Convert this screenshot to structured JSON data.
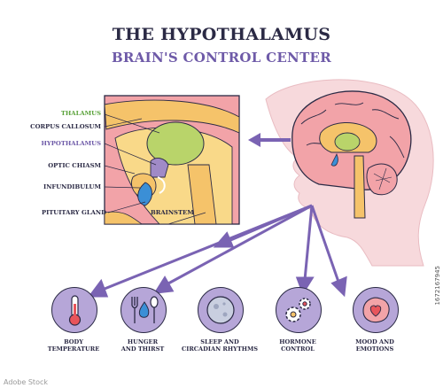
{
  "title": "THE HYPOTHALAMUS",
  "subtitle": "BRAIN'S CONTROL CENTER",
  "labels": {
    "thalamus": "THALAMUS",
    "corpus_callosum": "CORPUS CALLOSUM",
    "hypothalamus": "HYPOTHALAMUS",
    "optic_chiasm": "OPTIC CHIASM",
    "infundibulum": "INFUNDIBULUM",
    "pituitary_gland": "PITUITARY GLAND",
    "brainstem": "BRAINSTEM"
  },
  "functions": [
    {
      "line1": "BODY",
      "line2": "TEMPERATURE",
      "icon": "thermometer-icon"
    },
    {
      "line1": "HUNGER",
      "line2": "AND THIRST",
      "icon": "fork-spoon-drop-icon"
    },
    {
      "line1": "SLEEP AND",
      "line2": "CIRCADIAN RHYTHMS",
      "icon": "moon-icon"
    },
    {
      "line1": "HORMONE",
      "line2": "CONTROL",
      "icon": "gears-icon"
    },
    {
      "line1": "MOOD AND",
      "line2": "EMOTIONS",
      "icon": "heart-brain-icon"
    }
  ],
  "stock_id": "1672167945",
  "stock_mark": "Adobe Stock",
  "colors": {
    "title": "#2b2a45",
    "accent_purple": "#6e5aa8",
    "icon_fill": "#b6a6d8",
    "thalamus_green": "#5aa23a",
    "brain_pink": "#f2a3a8",
    "skin": "#f7d9dc"
  }
}
